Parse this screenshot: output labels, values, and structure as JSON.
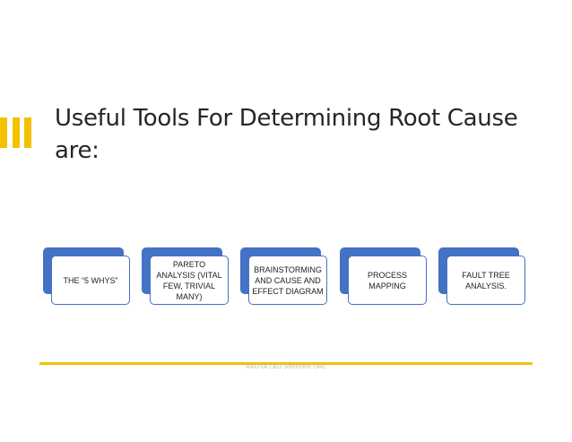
{
  "slide": {
    "title_line1": "Useful Tools For Determining Root Cause",
    "title_line2": "are:",
    "tools": [
      "THE “5 WHYS”",
      "PARETO ANALYSIS (VITAL FEW, TRIVIAL MANY)",
      "BRAINSTORMING AND CAUSE AND EFFECT DIAGRAM",
      "PROCESS MAPPING",
      "FAULT TREE ANALYSIS."
    ],
    "footer": "AADYA L&D Solutions URL"
  },
  "colors": {
    "accent": "#f2c200",
    "box": "#4472c4",
    "title": "#262626"
  }
}
